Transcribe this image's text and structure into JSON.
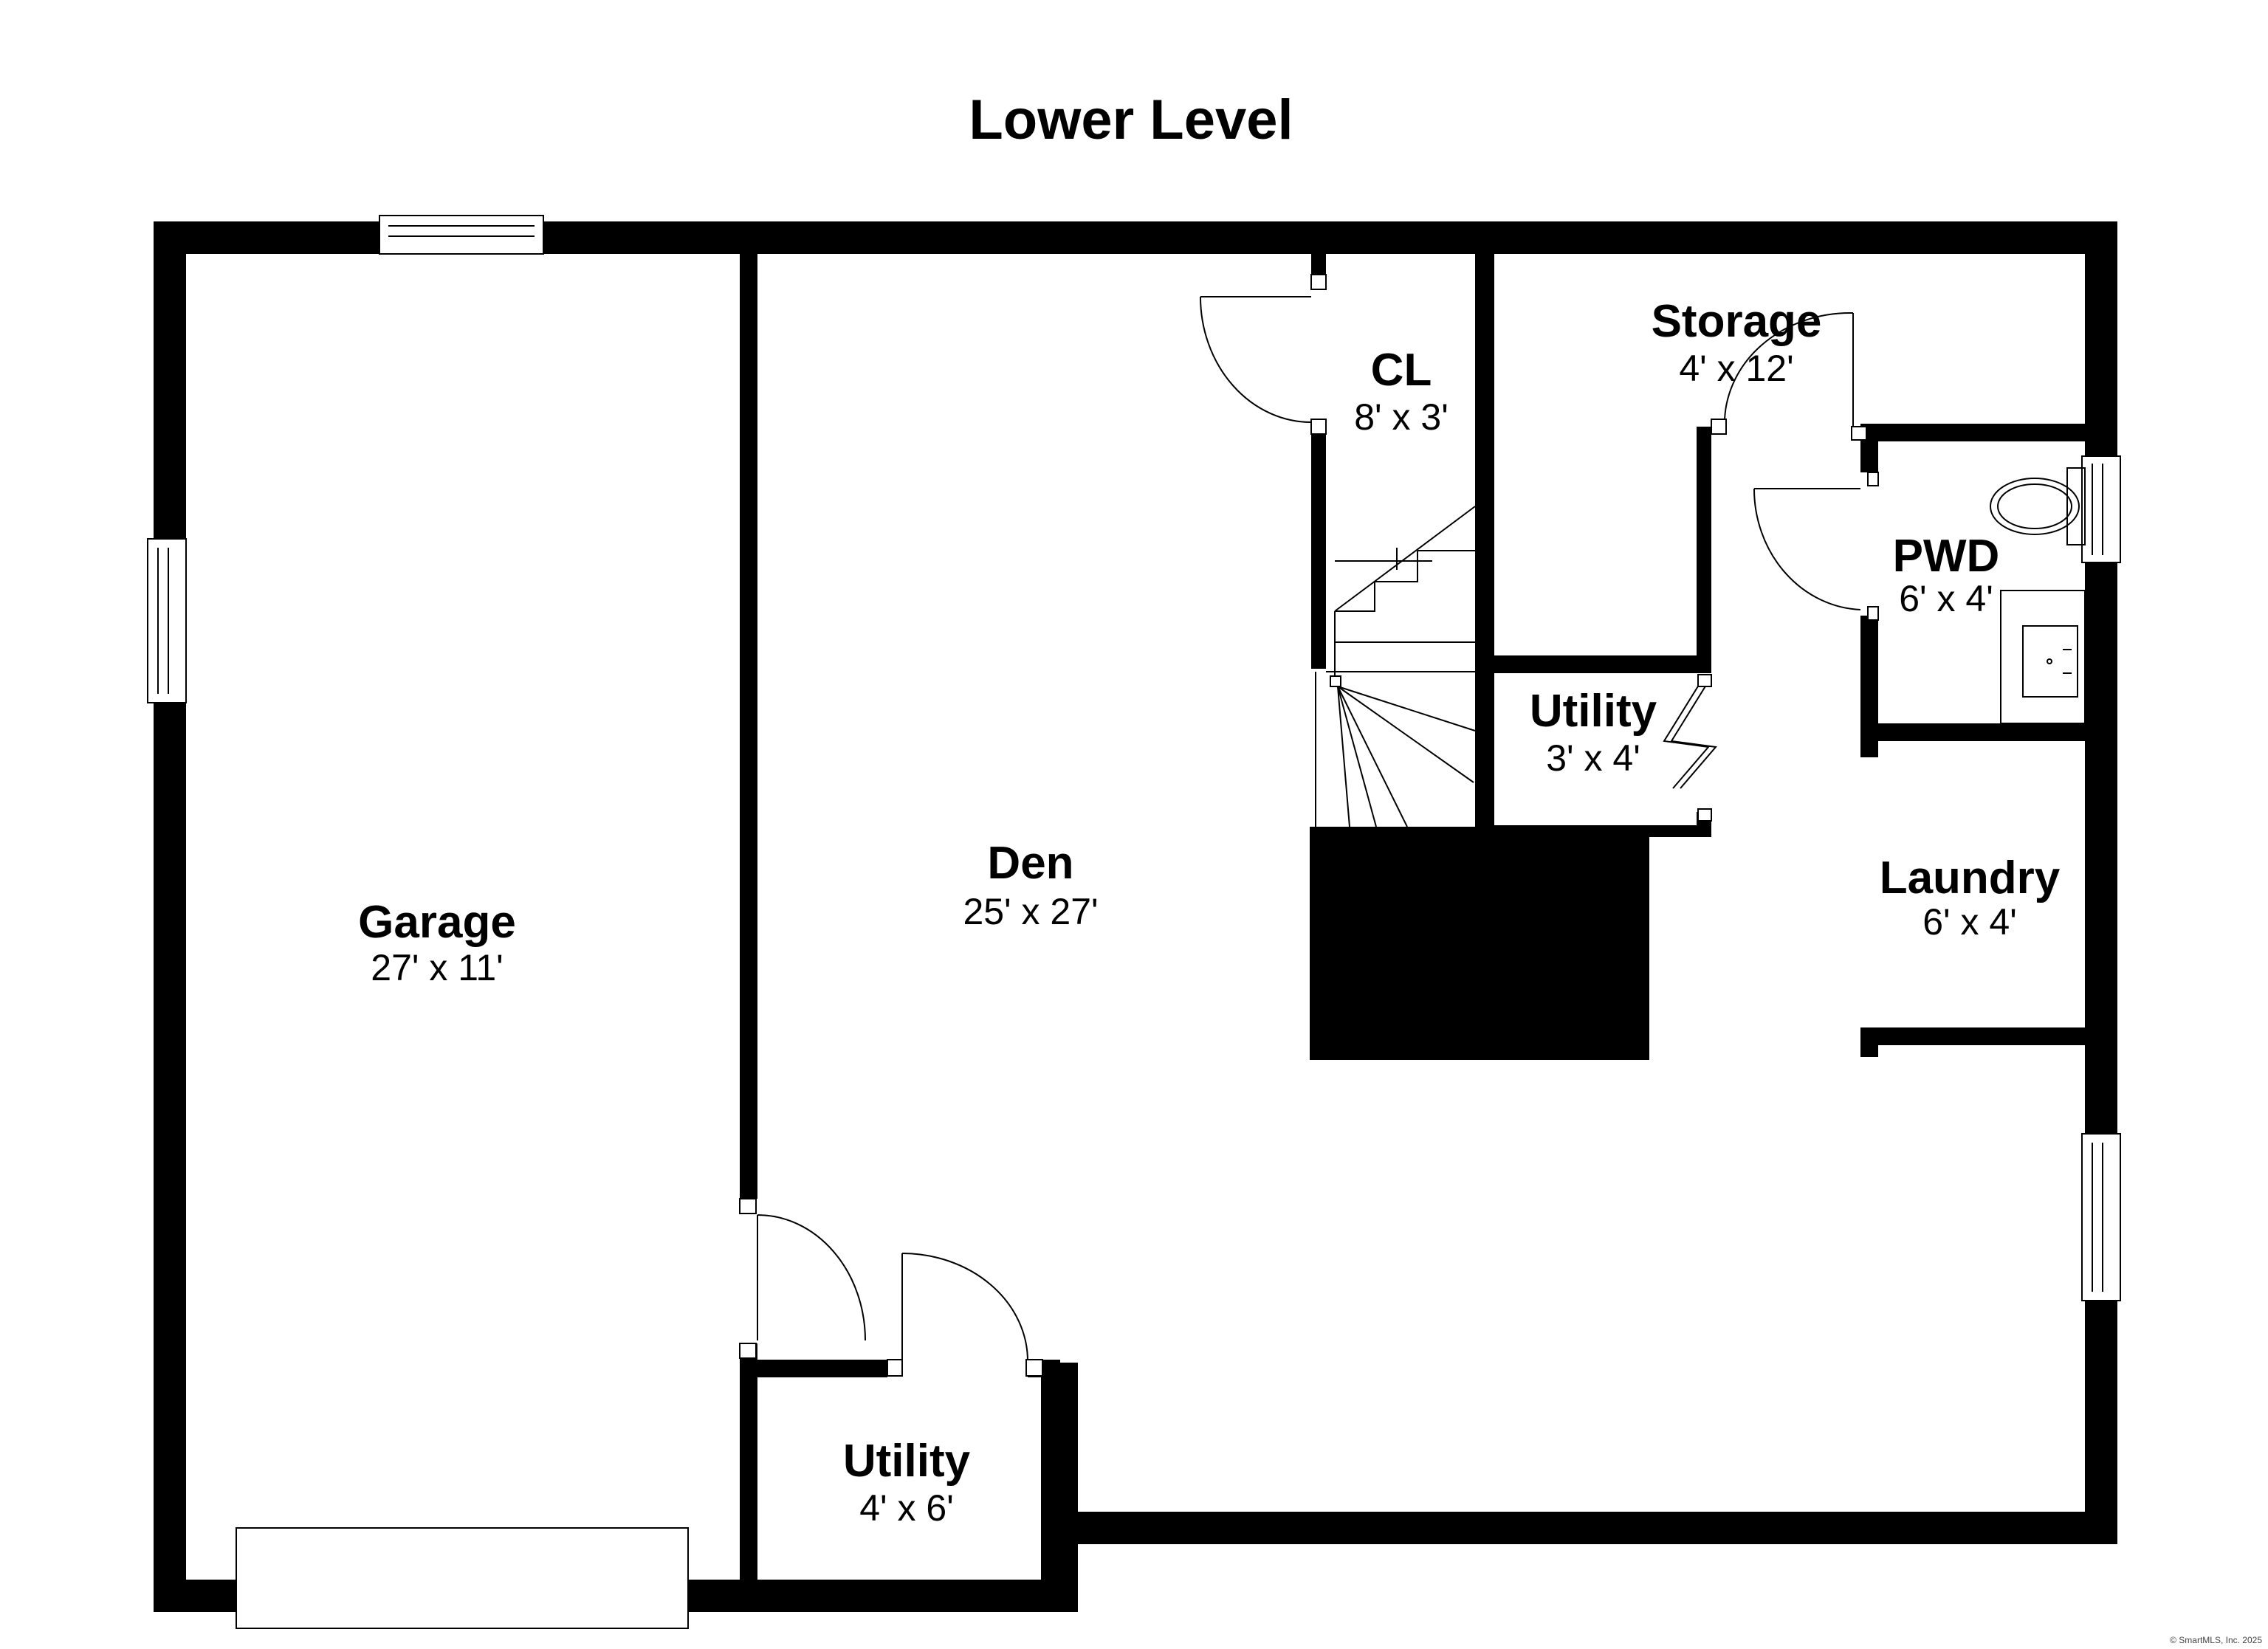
{
  "title": "Lower Level",
  "rooms": {
    "garage": {
      "name": "Garage",
      "dims": "27' x 11'"
    },
    "den": {
      "name": "Den",
      "dims": "25' x 27'"
    },
    "closet": {
      "name": "CL",
      "dims": "8' x 3'"
    },
    "storage": {
      "name": "Storage",
      "dims": "4' x 12'"
    },
    "pwd": {
      "name": "PWD",
      "dims": "6' x 4'"
    },
    "utility_upper": {
      "name": "Utility",
      "dims": "3' x 4'"
    },
    "laundry": {
      "name": "Laundry",
      "dims": "6' x 4'"
    },
    "utility_lower": {
      "name": "Utility",
      "dims": "4' x 6'"
    }
  },
  "credit": "© SmartMLS, Inc. 2025"
}
